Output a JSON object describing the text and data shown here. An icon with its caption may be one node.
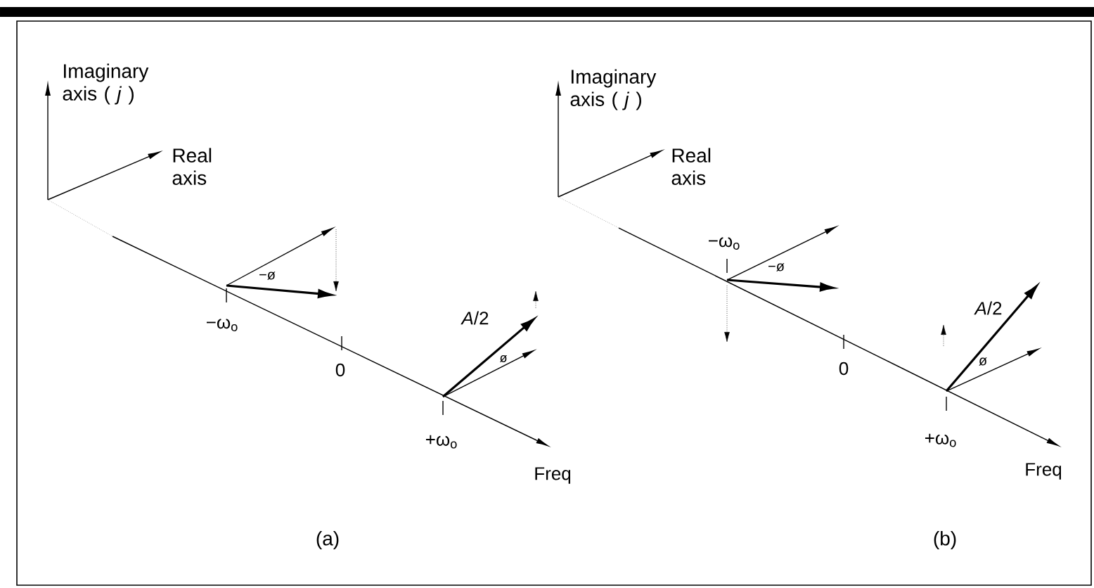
{
  "diagram": {
    "labels": [
      "Imaginary axis ( *j* )",
      "Real axis",
      "−ø",
      "−ω$_{o}$",
      "*A*/2",
      "0",
      "ø",
      "+ω$_{o}$",
      "Freq",
      "(a)",
      "Imaginary axis ( *j* )",
      "Real axis",
      "−ω$_{o}$",
      "−ø",
      "*A*/2",
      "0",
      "ø",
      "+ω$_{o}$",
      "Freq",
      "(b)"
    ]
  }
}
